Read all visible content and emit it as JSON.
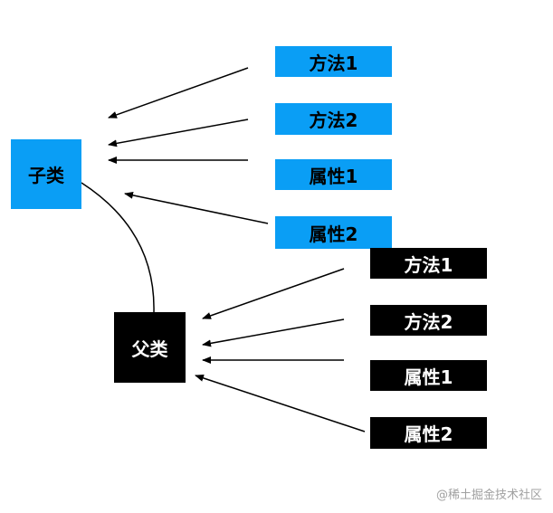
{
  "child_class": {
    "label": "子类",
    "members": [
      "方法1",
      "方法2",
      "属性1",
      "属性2"
    ]
  },
  "parent_class": {
    "label": "父类",
    "members": [
      "方法1",
      "方法2",
      "属性1",
      "属性2"
    ]
  },
  "watermark": "@稀土掘金技术社区",
  "colors": {
    "child_fill": "#0a9ef5",
    "parent_fill": "#000000",
    "parent_text": "#ffffff",
    "line": "#000000"
  }
}
